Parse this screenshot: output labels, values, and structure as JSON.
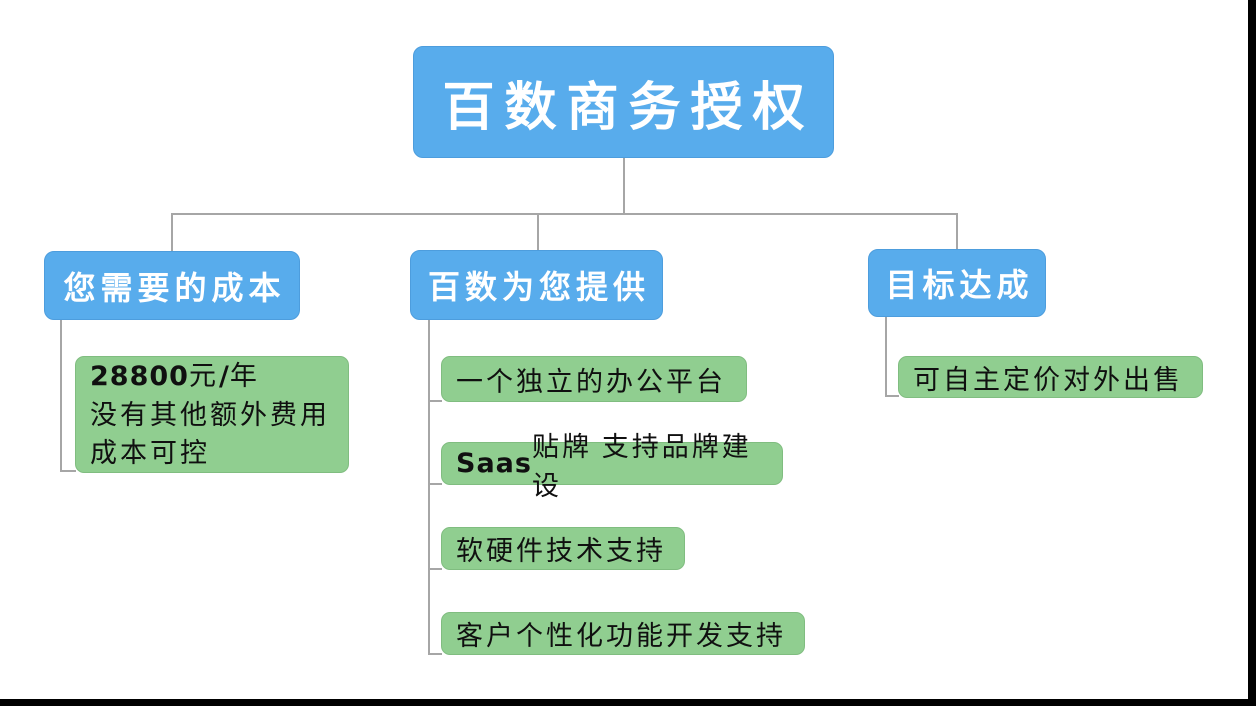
{
  "colors": {
    "node_blue": "#58ACEC",
    "node_blue_border": "#4d9ddd",
    "node_green": "#90CE90",
    "node_green_border": "#80bd80",
    "connector_gray": "#a6a6a6",
    "letterbox_black": "#000000",
    "title_text": "#ffffff",
    "leaf_text": "#101010"
  },
  "root": {
    "title": "百数商务授权"
  },
  "branches": [
    {
      "header": "您需要的成本",
      "items": [
        {
          "line1_num": "28800",
          "line1_unit": "元",
          "line1_slash": "/",
          "line1_year": "年",
          "line2": "没有其他额外费用",
          "line3": "成本可控"
        }
      ]
    },
    {
      "header": "百数为您提供",
      "items": [
        {
          "label": "一个独立的办公平台"
        },
        {
          "label_bold": "Saas",
          "label_rest": "贴牌 支持品牌建设"
        },
        {
          "label": "软硬件技术支持"
        },
        {
          "label": "客户个性化功能开发支持"
        }
      ]
    },
    {
      "header": "目标达成",
      "items": [
        {
          "label": "可自主定价对外出售"
        }
      ]
    }
  ]
}
